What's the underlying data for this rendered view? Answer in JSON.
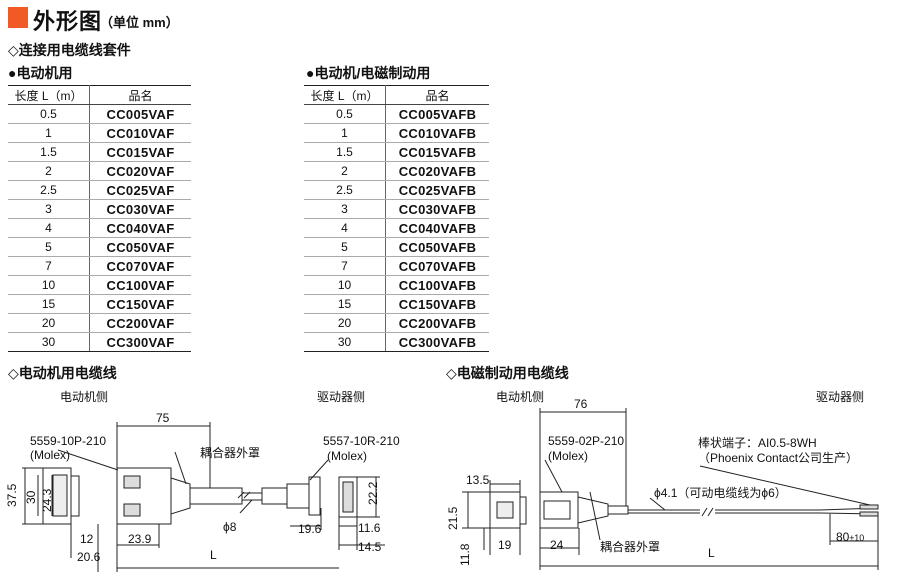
{
  "header": {
    "title": "外形图",
    "unit": "（单位 mm）"
  },
  "section_kit": "◇连接用电缆线套件",
  "table_motor": {
    "heading": "●电动机用",
    "col_length": "长度 L（m）",
    "col_name": "品名",
    "rows": [
      [
        "0.5",
        "CC005VAF"
      ],
      [
        "1",
        "CC010VAF"
      ],
      [
        "1.5",
        "CC015VAF"
      ],
      [
        "2",
        "CC020VAF"
      ],
      [
        "2.5",
        "CC025VAF"
      ],
      [
        "3",
        "CC030VAF"
      ],
      [
        "4",
        "CC040VAF"
      ],
      [
        "5",
        "CC050VAF"
      ],
      [
        "7",
        "CC070VAF"
      ],
      [
        "10",
        "CC100VAF"
      ],
      [
        "15",
        "CC150VAF"
      ],
      [
        "20",
        "CC200VAF"
      ],
      [
        "30",
        "CC300VAF"
      ]
    ]
  },
  "table_brake": {
    "heading": "●电动机/电磁制动用",
    "col_length": "长度 L（m）",
    "col_name": "品名",
    "rows": [
      [
        "0.5",
        "CC005VAFB"
      ],
      [
        "1",
        "CC010VAFB"
      ],
      [
        "1.5",
        "CC015VAFB"
      ],
      [
        "2",
        "CC020VAFB"
      ],
      [
        "2.5",
        "CC025VAFB"
      ],
      [
        "3",
        "CC030VAFB"
      ],
      [
        "4",
        "CC040VAFB"
      ],
      [
        "5",
        "CC050VAFB"
      ],
      [
        "7",
        "CC070VAFB"
      ],
      [
        "10",
        "CC100VAFB"
      ],
      [
        "15",
        "CC150VAFB"
      ],
      [
        "20",
        "CC200VAFB"
      ],
      [
        "30",
        "CC300VAFB"
      ]
    ]
  },
  "diagram_motor": {
    "heading": "◇电动机用电缆线",
    "side_left": "电动机侧",
    "side_right": "驱动器侧",
    "conn_left": "5559-10P-210",
    "conn_left_maker": "(Molex)",
    "conn_right": "5557-10R-210",
    "conn_right_maker": "(Molex)",
    "coupler": "耦合器外罩",
    "dims": {
      "d75": "75",
      "d37_5": "37.5",
      "d30": "30",
      "d24_3": "24.3",
      "d12": "12",
      "d20_6": "20.6",
      "d23_9": "23.9",
      "phi8": "ϕ8",
      "L": "L",
      "d19_6": "19.6",
      "d22_2": "22.2",
      "d11_6": "11.6",
      "d14_5": "14.5"
    }
  },
  "diagram_brake": {
    "heading": "◇电磁制动用电缆线",
    "side_left": "电动机侧",
    "side_right": "驱动器侧",
    "conn_left": "5559-02P-210",
    "conn_left_maker": "(Molex)",
    "terminal": "棒状端子：AI0.5-8WH",
    "terminal_maker": "（Phoenix Contact公司生产）",
    "coupler": "耦合器外罩",
    "cable_note": "ϕ4.1（可动电缆线为ϕ6）",
    "dims": {
      "d76": "76",
      "d13_5": "13.5",
      "d21_5": "21.5",
      "d11_8": "11.8",
      "d19": "19",
      "d24": "24",
      "L": "L",
      "d80": "80",
      "d80_tol": "±10"
    }
  }
}
